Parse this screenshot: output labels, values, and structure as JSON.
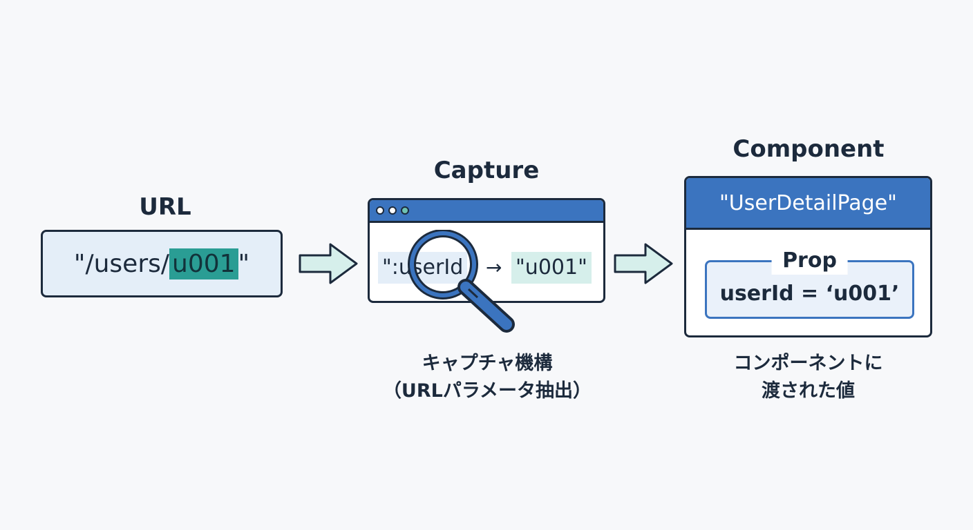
{
  "url_section": {
    "title": "URL",
    "path_prefix": "\"/users/",
    "path_param": "u001",
    "path_suffix": "\""
  },
  "capture_section": {
    "title": "Capture",
    "param_key": "\":userId",
    "arrow": "→",
    "param_value": "\"u001\"",
    "caption_line1": "キャプチャ機構",
    "caption_line2": "（URLパラメータ抽出）"
  },
  "component_section": {
    "title": "Component",
    "component_name": "\"UserDetailPage\"",
    "prop_label": "Prop",
    "prop_value": "userId = ‘u001’",
    "caption_line1": "コンポーネントに",
    "caption_line2": "渡された値"
  },
  "colors": {
    "accent_blue": "#3b74bf",
    "teal_highlight": "#2a9d94",
    "dark_outline": "#1c2a3c",
    "light_blue_fill": "#e4eef8"
  },
  "icons": [
    "right-arrow-icon",
    "magnifier-icon",
    "window-dot-icon"
  ]
}
